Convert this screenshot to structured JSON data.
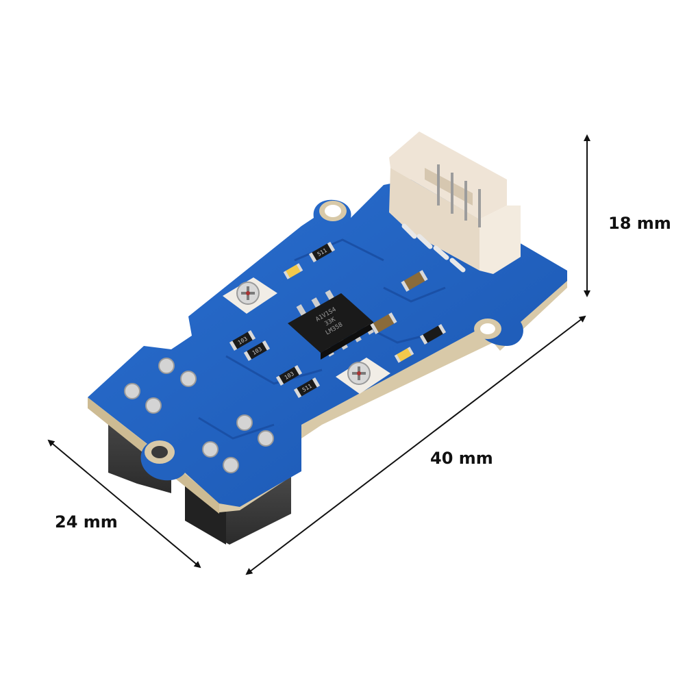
{
  "dimensions": {
    "height": "18 mm",
    "length": "40 mm",
    "width": "24 mm"
  },
  "colors": {
    "background": "#ffffff",
    "pcb": "#1f5fbf",
    "pcb_dark": "#17489a",
    "pcb_edge": "#d8c9a8",
    "connector": "#efe4d6",
    "chip": "#1a1a1a",
    "silver": "#c9c9c9",
    "arrow": "#111111"
  },
  "chip": {
    "markings": [
      "A1V1S4",
      "33K",
      "LM358"
    ]
  },
  "resistors": [
    "511",
    "103",
    "103",
    "103",
    "511"
  ]
}
